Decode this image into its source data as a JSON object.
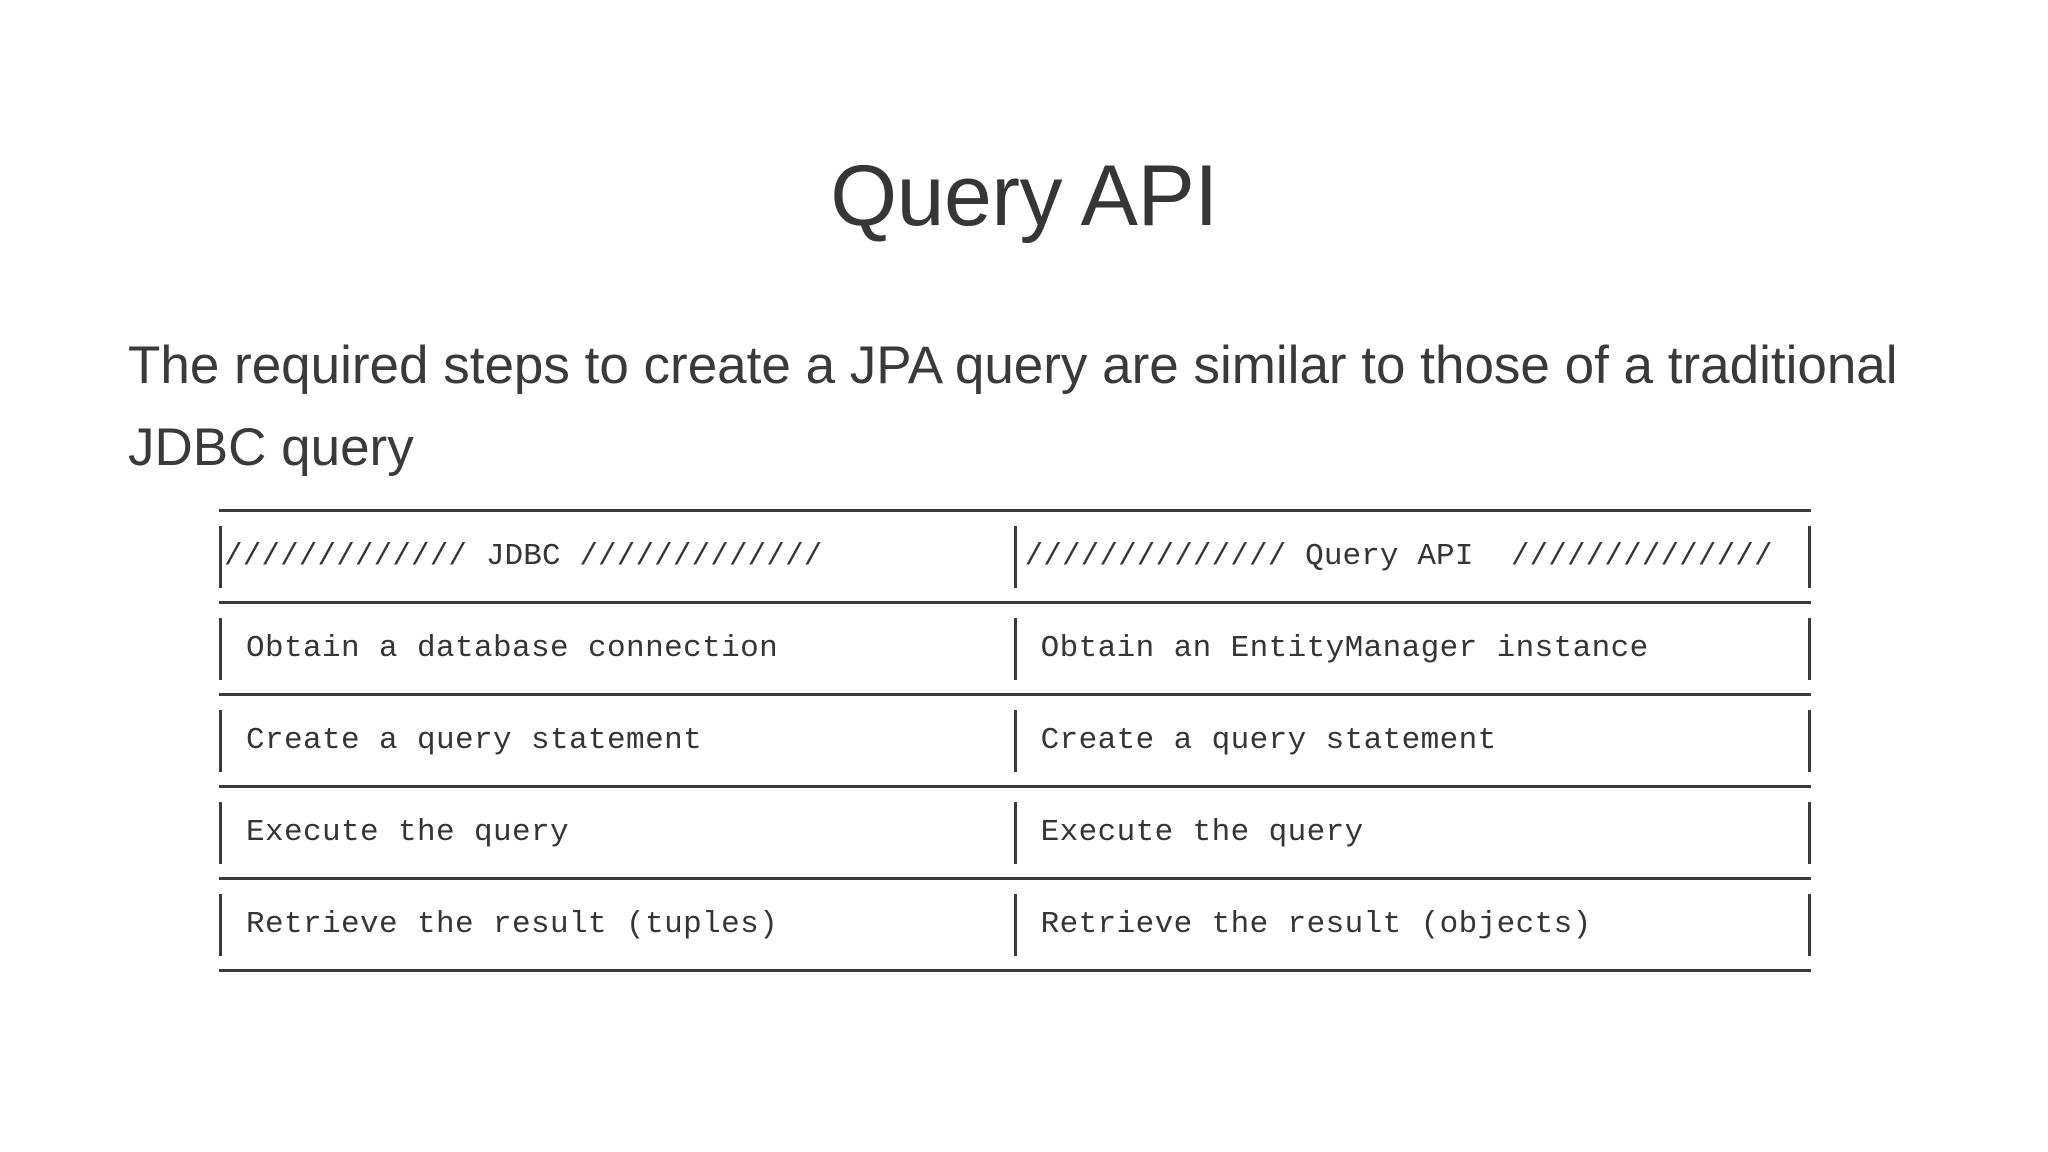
{
  "slide": {
    "title": "Query API",
    "body": "The required steps to create a JPA query are similar to those of a traditional JDBC query"
  },
  "table": {
    "headers": [
      "///////////// JDBC /////////////",
      "////////////// Query API  //////////////"
    ],
    "rows": [
      {
        "jdbc": "Obtain a database connection",
        "query_api": "Obtain an EntityManager instance"
      },
      {
        "jdbc": "Create a query statement",
        "query_api": "Create a query statement"
      },
      {
        "jdbc": "Execute the query",
        "query_api": "Execute the query"
      },
      {
        "jdbc": "Retrieve the result (tuples)",
        "query_api": "Retrieve the result (objects)"
      }
    ]
  },
  "colors": {
    "background": "#ffffff",
    "title_text": "#363636",
    "body_text": "#3a3a3a",
    "table_text": "#353535",
    "rule": "#3b3b3b"
  }
}
